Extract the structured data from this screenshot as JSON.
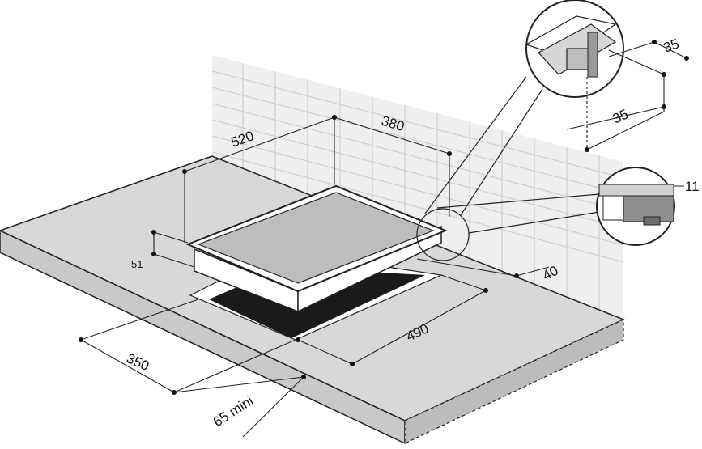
{
  "diagram": {
    "dimensions": {
      "cutout_width": "380",
      "cutout_depth": "520",
      "hob_height": "51",
      "clearance_back": "40",
      "counter_depth": "490",
      "front_offset": "350",
      "min_front": "65 mini",
      "detail_offset_a": "35",
      "detail_offset_b": "35",
      "edge_thickness": "11"
    },
    "colors": {
      "tile_wall": "#efefef",
      "counter_top": "#d8d8d8",
      "counter_front": "#c9c9c9",
      "glass_top": "#bdbdbd",
      "cutout_hole": "#1a1a1a",
      "line": "#222222"
    }
  }
}
